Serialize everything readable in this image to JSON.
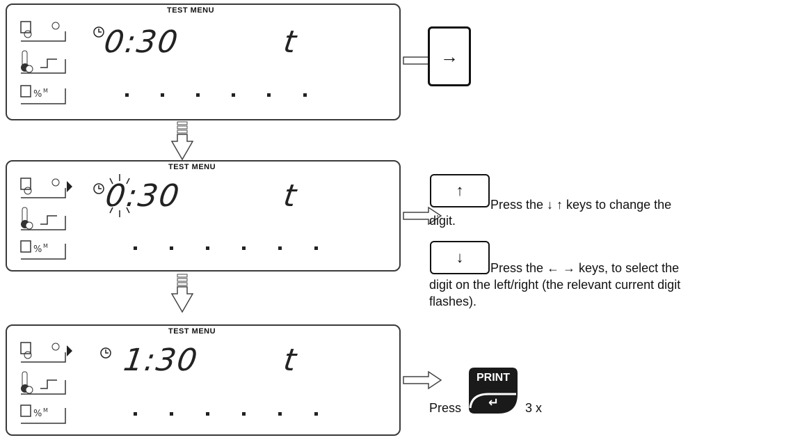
{
  "panels": [
    {
      "title": "TEST MENU",
      "timer": "0:30",
      "mode_char": "t",
      "marker": false,
      "blink": false
    },
    {
      "title": "TEST MENU",
      "timer": "0:30",
      "mode_char": "t",
      "marker": true,
      "blink": true
    },
    {
      "title": "TEST MENU",
      "timer": "1:30",
      "mode_char": "t",
      "marker": true,
      "blink": false
    }
  ],
  "keys": {
    "right": "→",
    "up": "↑",
    "down": "↓",
    "print": "PRINT",
    "enter": "↵"
  },
  "instructions": {
    "up_text": "Press the ↓ ↑ keys to change the",
    "up_text_2": "digit.",
    "down_text": "Press the ← → keys, to select the",
    "down_text_2": "digit on the left/right (the relevant current digit",
    "down_text_3": "flashes).",
    "print_prefix": "Press",
    "print_suffix": "3 x"
  }
}
